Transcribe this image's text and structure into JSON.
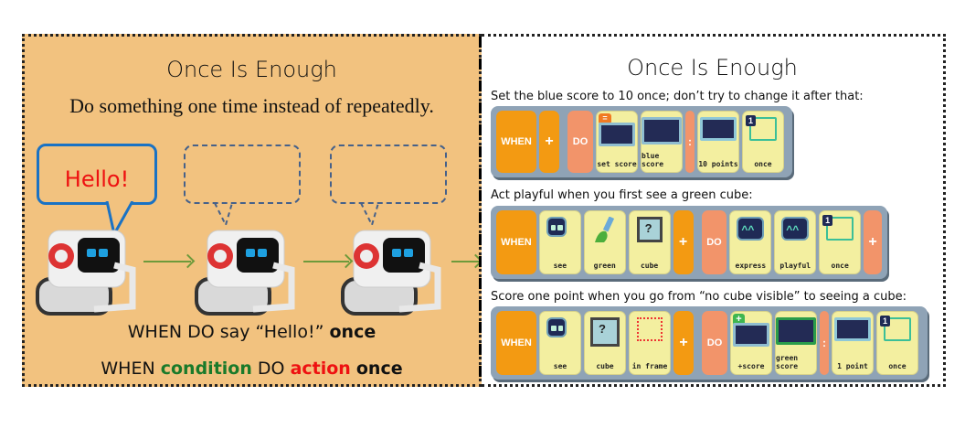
{
  "left_panel": {
    "title": "Once Is Enough",
    "subtitle": "Do something one time instead of repeatedly.",
    "speech_bubble_text": "Hello!",
    "caption1": {
      "part1": "WHEN DO say “Hello!”",
      "part2": "once"
    },
    "caption2": {
      "when": "WHEN",
      "condition": "condition",
      "do": "DO",
      "action": "action",
      "once": "once"
    }
  },
  "right_panel": {
    "title": "Once Is Enough",
    "programs": [
      {
        "description": "Set the blue score to 10 once; don’t try to change it after that:",
        "when": "WHEN",
        "do": "DO",
        "cards": [
          "set score",
          "blue score",
          "10 points",
          "once"
        ]
      },
      {
        "description": "Act playful when you first see a green cube:",
        "when": "WHEN",
        "do": "DO",
        "cards": [
          "see",
          "green",
          "cube",
          "express",
          "playful",
          "once"
        ]
      },
      {
        "description": "Score one point when you go from “no cube visible” to seeing a cube:",
        "when": "WHEN",
        "do": "DO",
        "cards": [
          "see",
          "cube",
          "in frame",
          "+score",
          "green score",
          "1 point",
          "once"
        ]
      }
    ],
    "symbols": {
      "plus": "+",
      "colon": ":",
      "equals": "=",
      "one": "1",
      "question": "?",
      "smile": "^^"
    }
  },
  "colors": {
    "panel_bg": "#f2c27f",
    "bubble_border": "#1a72c4",
    "arrow": "#6e9a3b",
    "when_tile": "#f39a12",
    "do_tile": "#f2946a",
    "card": "#f3efa0"
  }
}
